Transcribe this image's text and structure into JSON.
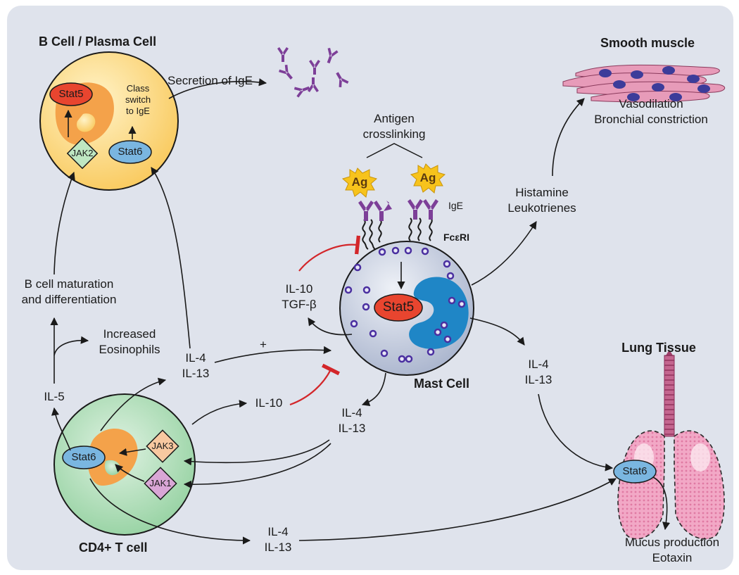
{
  "titles": {
    "b_cell": "B Cell / Plasma Cell",
    "smooth_muscle": "Smooth muscle",
    "mast_cell": "Mast Cell",
    "lung_tissue": "Lung Tissue",
    "cd4_t_cell": "CD4+ T cell"
  },
  "proteins": {
    "b_stat5": "Stat5",
    "b_stat6": "Stat6",
    "b_jak2": "JAK2",
    "mast_stat5": "Stat5",
    "t_stat6": "Stat6",
    "t_jak3": "JAK3",
    "t_jak1": "JAK1",
    "lung_stat6": "Stat6",
    "ag_left": "Ag",
    "ag_right": "Ag"
  },
  "labels": {
    "class_switch": "Class\nswitch\nto IgE",
    "secretion": "Secretion of IgE",
    "antigen": "Antigen\ncrosslinking",
    "ige": "IgE",
    "fceri": "FcεRI",
    "vasodilation": "Vasodilation\nBronchial constriction",
    "histamine": "Histamine\nLeukotrienes",
    "b_maturation": "B cell maturation\nand differentiation",
    "il10_tgf": "IL-10\nTGF-β",
    "eosinophils": "Increased\nEosinophils",
    "plus": "+",
    "il4_il13_a": "IL-4\nIL-13",
    "il4_il13_b": "IL-4\nIL-13",
    "il4_il13_c": "IL-4\nIL-13",
    "il4_il13_d": "IL-4\nIL-13",
    "il5": "IL-5",
    "il10": "IL-10",
    "mucus": "Mucus production\nEotaxin"
  },
  "colors": {
    "background": "#dfe3ec",
    "b_cell_fill": "#f9c95c",
    "t_cell_fill": "#8fcf9c",
    "mast_cell_fill": "#b3bdd3",
    "nucleus": "#1f86c6",
    "kinase_orange": "#f4a24a",
    "stat5": "#e8452f",
    "stat6": "#7ab6e0",
    "jak_green": "#bfe7c2",
    "jak3": "#f8c8a0",
    "jak1": "#d9a6d6",
    "ige": "#7d3f98",
    "antigen": "#f7c31c",
    "inhibition": "#d3262a",
    "lung": "#e98bb1",
    "smooth_muscle": "#e79bb9"
  }
}
